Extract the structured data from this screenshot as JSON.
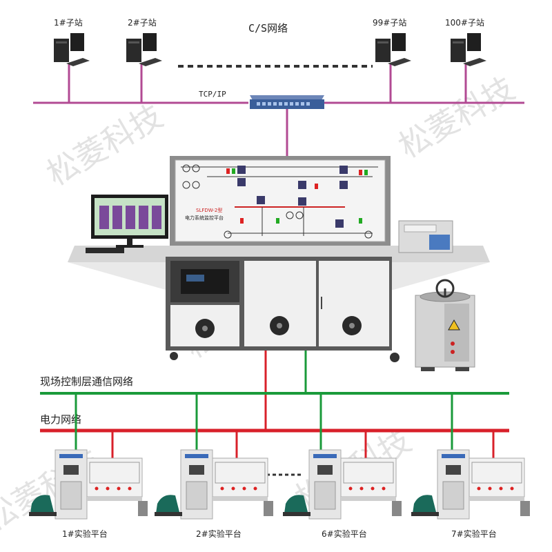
{
  "network": {
    "cs_label": "C/S网络",
    "tcp_label": "TCP/IP",
    "field_label": "现场控制层通信网络",
    "power_label": "电力网络"
  },
  "substations": [
    {
      "label": "1#子站"
    },
    {
      "label": "2#子站"
    },
    {
      "label": "99#子站"
    },
    {
      "label": "100#子站"
    }
  ],
  "console": {
    "model_label": "SLFDW-2型",
    "title_label": "电力系统监控平台"
  },
  "platforms": [
    {
      "label": "1#实验平台"
    },
    {
      "label": "2#实验平台"
    },
    {
      "label": "6#实验平台"
    },
    {
      "label": "7#实验平台"
    }
  ],
  "watermark": {
    "text": "松菱科技"
  },
  "colors": {
    "cs_bus": "#b24a93",
    "field_bus": "#1a9a3a",
    "power_bus": "#d8202a",
    "switch": "#3a5e9a"
  }
}
